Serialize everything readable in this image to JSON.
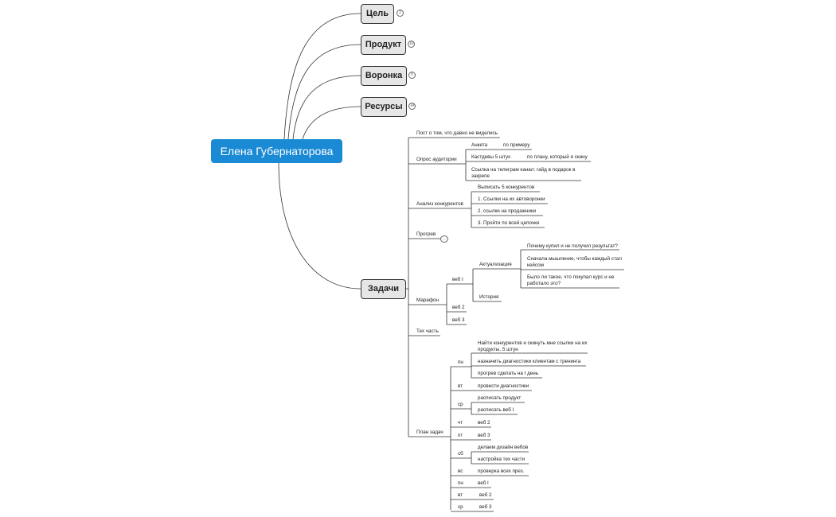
{
  "root": {
    "title": "Елена Губернаторова"
  },
  "branches": {
    "goal": {
      "label": "Цель",
      "badge": "2"
    },
    "product": {
      "label": "Продукт",
      "badge": "10"
    },
    "funnel": {
      "label": "Воронка",
      "badge": "5"
    },
    "resources": {
      "label": "Ресурсы",
      "badge": "14"
    },
    "tasks": {
      "label": "Задачи"
    }
  },
  "tasks": {
    "post": "Пост о том, что давно не виделись",
    "survey": {
      "label": "Опрос аудитории",
      "anketa": "Анкета",
      "anketa_note": "по примеру",
      "custdev": "Кастдевы 5 штук",
      "custdev_note": "по плану, который я скину",
      "tg": "Ссылка на телеграм канал: гайд в подарок в закрепе"
    },
    "competitors": {
      "label": "Анализ конкурентов",
      "items": [
        "Выписать 5 конкурентов",
        "1. Ссылки на их автоворонки",
        "2. ссылки на продажники",
        "3. Пройти по всей цепочке"
      ]
    },
    "progrev": {
      "label": "Прогрев",
      "badge": "..."
    },
    "marathon": {
      "label": "Марафон",
      "web1": "веб I",
      "actual": "Актуализация",
      "q1": "Почему купил и не получил результат?",
      "q2": "Сначала мышление, чтобы каждый стал кейсом",
      "q3": "Было ли такое, что покупал курс и не работало это?",
      "history": "История",
      "web2": "веб 2",
      "web3": "веб 3"
    },
    "tech": "Тех часть",
    "plan": {
      "label": "План задач",
      "mon": "пн",
      "mon_items": [
        "Найти конкурентов и скинуть мне ссылки на их продукты. 5 штун",
        "назначить диагностики клиентам с тренинга",
        "прогрев сделать на I день"
      ],
      "tue": "вт",
      "tue_item": "провести диагностики",
      "wed": "ср",
      "wed_items": [
        "расписать продукт",
        "расписать веб I"
      ],
      "thu": "чт",
      "thu_item": "веб 2",
      "fri": "пт",
      "fri_item": "веб 3",
      "sat": "сб",
      "sat_items": [
        "делаем дизайн вебов",
        "настройка тех части"
      ],
      "sun": "вс",
      "sun_item": "проверка всех през.",
      "mon2": "пн",
      "mon2_item": "веб I",
      "tue2": "вт",
      "tue2_item": "веб 2",
      "wed2": "ср",
      "wed2_item": "веб 3"
    }
  }
}
